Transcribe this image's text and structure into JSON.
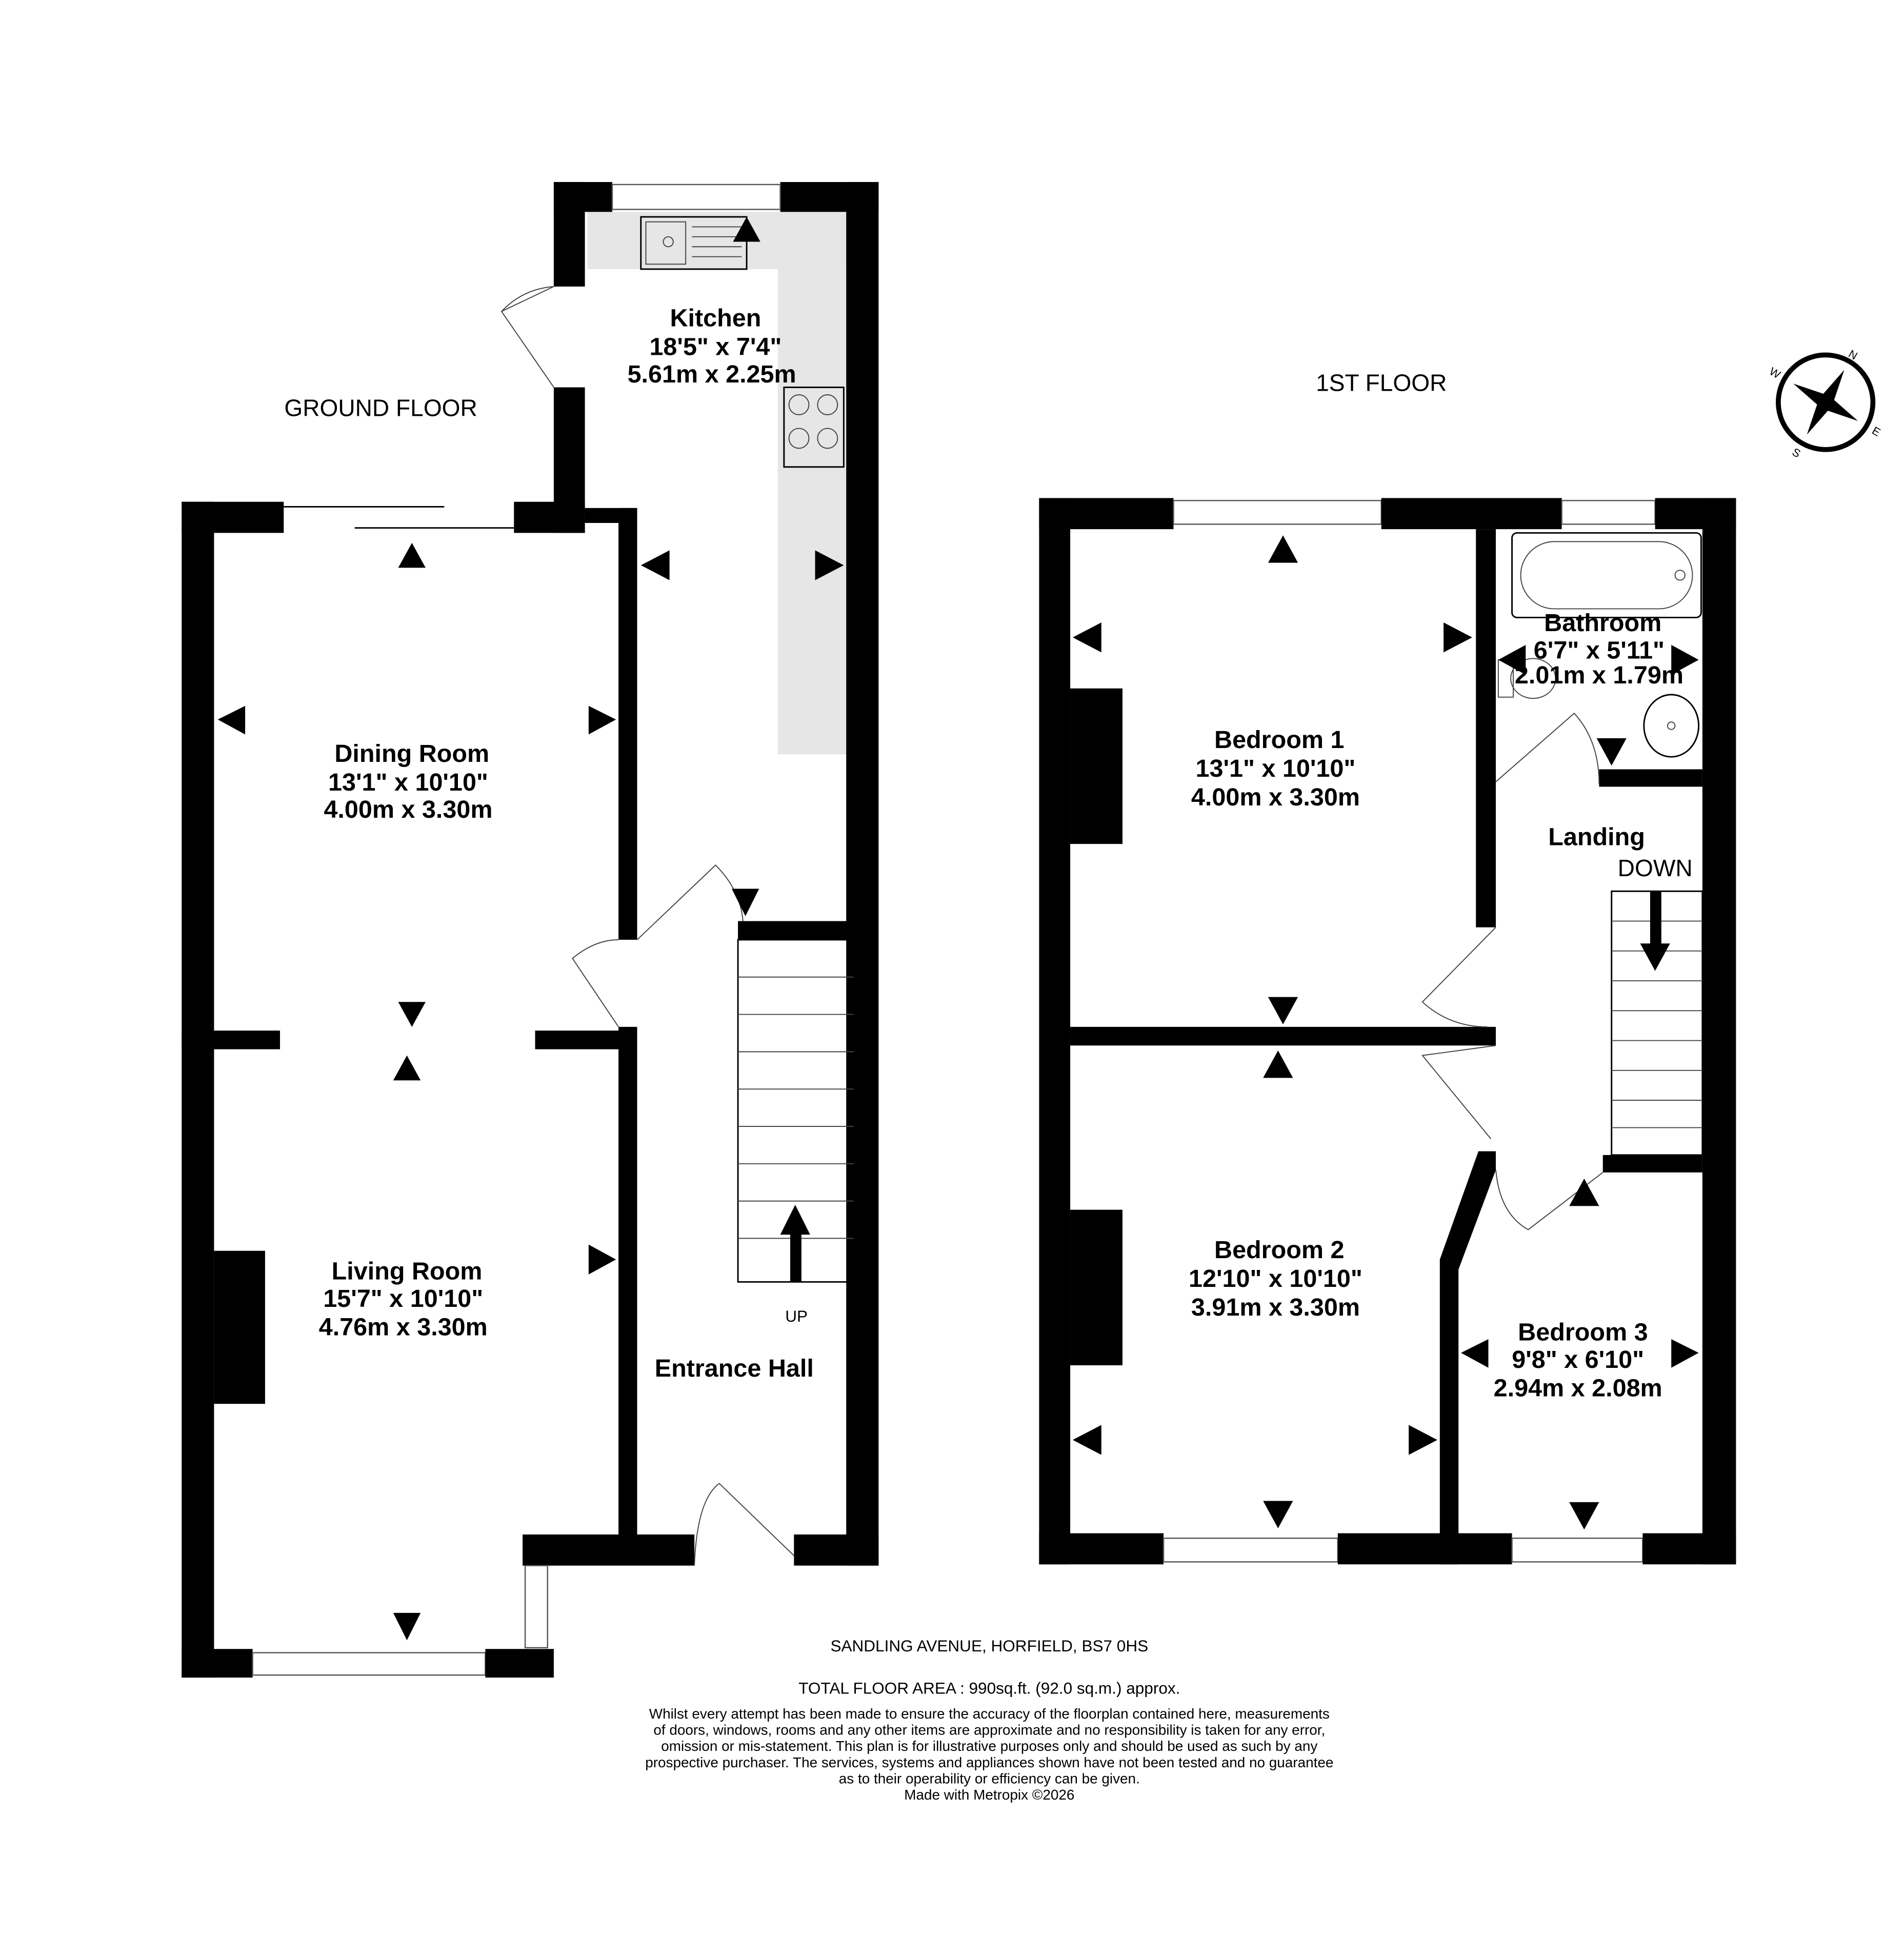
{
  "floors": {
    "ground": "GROUND FLOOR",
    "first": "1ST FLOOR"
  },
  "rooms": {
    "kitchen": {
      "name": "Kitchen",
      "imperial": "18'5\"  x 7'4\"",
      "metric": "5.61m  x 2.25m"
    },
    "dining": {
      "name": "Dining Room",
      "imperial": "13'1\"  x 10'10\"",
      "metric": "4.00m  x 3.30m"
    },
    "living": {
      "name": "Living Room",
      "imperial": "15'7\"  x 10'10\"",
      "metric": "4.76m  x 3.30m"
    },
    "entrance": {
      "name": "Entrance Hall"
    },
    "bedroom1": {
      "name": "Bedroom 1",
      "imperial": "13'1\"  x 10'10\"",
      "metric": "4.00m  x 3.30m"
    },
    "bathroom": {
      "name": "Bathroom",
      "imperial": "6'7\"  x 5'11\"",
      "metric": "2.01m  x 1.79m"
    },
    "landing": {
      "name": "Landing"
    },
    "bedroom2": {
      "name": "Bedroom 2",
      "imperial": "12'10\"  x 10'10\"",
      "metric": "3.91m  x 3.30m"
    },
    "bedroom3": {
      "name": "Bedroom 3",
      "imperial": "9'8\"  x 6'10\"",
      "metric": "2.94m  x 2.08m"
    }
  },
  "stairs": {
    "up": "UP",
    "down": "DOWN"
  },
  "compass": {
    "n": "N",
    "e": "E",
    "s": "S",
    "w": "W"
  },
  "footer": {
    "address": "SANDLING AVENUE, HORFIELD, BS7 0HS",
    "total_area": "TOTAL FLOOR AREA : 990sq.ft. (92.0 sq.m.) approx.",
    "disclaimer": [
      "Whilst every attempt has been made to ensure the accuracy of the floorplan contained here, measurements",
      "of doors, windows, rooms and any other items are approximate and no responsibility is taken for any error,",
      "omission or mis-statement. This plan is for illustrative purposes only and should be used as such by any",
      "prospective purchaser. The services, systems and appliances shown have not been tested and no guarantee",
      "as to their operability or efficiency can be given."
    ],
    "credit": "Made with Metropix ©2026"
  }
}
